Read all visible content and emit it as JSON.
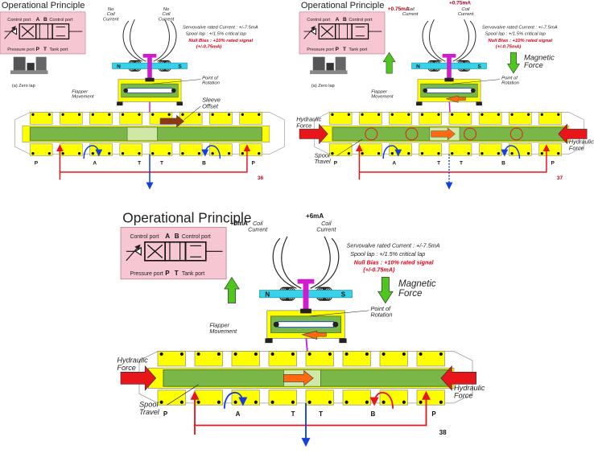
{
  "slides": [
    {
      "id": "36",
      "title": "Operational Principle",
      "symbol": {
        "control_port_left": "Control port",
        "a": "A",
        "b": "B",
        "control_port_right": "Control port",
        "pressure_port": "Pressure port",
        "p": "P",
        "t": "T",
        "tank_port": "Tank port"
      },
      "coil_left": "No\nCoil\nCurrent",
      "coil_right": "No\nCoil\nCurrent",
      "specs": [
        "Servovalve rated Current : +/-7.5mA",
        "Spool lap : +/1.5% critical lap"
      ],
      "null_bias": [
        "Null Bias : +10% rated signal",
        "(+/-0.75mA)"
      ],
      "point_of_rotation": "Point of\nRotation",
      "flapper": "Flapper\nMovement",
      "zero_lap": "(a) Zero lap",
      "sleeve_offset": "Sleeve\nOffset",
      "ports": [
        "P",
        "A",
        "T",
        "T",
        "B",
        "P"
      ],
      "page": "36",
      "magnet_n": "N",
      "magnet_s": "S"
    },
    {
      "id": "37",
      "title": "Operational Principle",
      "symbol": {
        "control_port_left": "Control port",
        "a": "A",
        "b": "B",
        "control_port_right": "Control port",
        "pressure_port": "Pressure port",
        "p": "P",
        "t": "T",
        "tank_port": "Tank port"
      },
      "current_left": "+0.75mA",
      "current_right": "+0.75mA",
      "coil_left": "Coil\nCurrent",
      "coil_right": "Coil\nCurrent",
      "specs": [
        "Servovalve rated Current : +/-7.5mA",
        "Spool lap : +/1.5% critical lap"
      ],
      "null_bias": [
        "Null Bias : +10% rated signal",
        "(+/-0.75mA)"
      ],
      "magnetic_force": "Magnetic\nForce",
      "point_of_rotation": "Point of\nRotation",
      "flapper": "Flapper\nMovement",
      "zero_lap": "(a) Zero lap",
      "hydraulic_left": "Hydraulic\nForce",
      "hydraulic_right": "Hydraulic\nForce",
      "spool_travel": "Spool\nTravel",
      "ports": [
        "P",
        "A",
        "T",
        "T",
        "B",
        "P"
      ],
      "page": "37",
      "magnet_n": "N",
      "magnet_s": "S"
    },
    {
      "id": "38",
      "title": "Operational Principle",
      "symbol": {
        "control_port_left": "Control port",
        "a": "A",
        "b": "B",
        "control_port_right": "Control port",
        "pressure_port": "Pressure port",
        "p": "P",
        "t": "T",
        "tank_port": "Tank port"
      },
      "current_left": "+6mA",
      "current_right": "+6mA",
      "coil_left": "Coil\nCurrent",
      "coil_right": "Coil\nCurrent",
      "specs": [
        "Servovalve rated Current : +/-7.5mA",
        "Spool lap : +/1.5% critical lap"
      ],
      "null_bias": [
        "Null Bias : +10% rated signal",
        "(+/-0.75mA)"
      ],
      "magnetic_force": "Magnetic\nForce",
      "point_of_rotation": "Point of\nRotation",
      "flapper": "Flapper\nMovement",
      "hydraulic_left": "Hydraulic\nForce",
      "hydraulic_right": "Hydraulic\nForce",
      "spool_travel": "Spool\nTravel",
      "ports": [
        "P",
        "A",
        "T",
        "T",
        "B",
        "P"
      ],
      "page": "38",
      "magnet_n": "N",
      "magnet_s": "S"
    }
  ],
  "colors": {
    "pink": "#f6c6d3",
    "yellow": "#ffff00",
    "green": "#7ab648",
    "cyan": "#35d2e8",
    "magenta": "#d11bd1",
    "red": "#e8151b",
    "blue": "#1540d8",
    "orange": "#ff6a10",
    "arrow_green": "#4ec61e",
    "dark": "#222222"
  }
}
